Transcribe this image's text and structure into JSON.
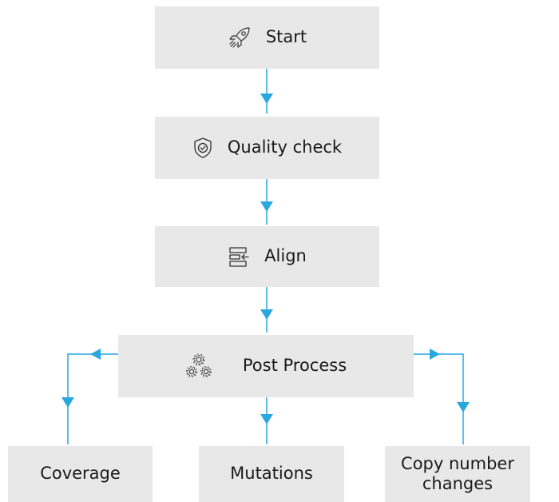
{
  "nodes": {
    "start": {
      "label": "Start",
      "icon": "rocket-icon"
    },
    "quality_check": {
      "label": "Quality check",
      "icon": "shield-check-icon"
    },
    "align": {
      "label": "Align",
      "icon": "align-icon"
    },
    "post_process": {
      "label": "Post Process",
      "icon": "gears-icon"
    },
    "coverage": {
      "label": "Coverage"
    },
    "mutations": {
      "label": "Mutations"
    },
    "copy_number": {
      "label": "Copy number\nchanges"
    }
  },
  "colors": {
    "box": "#e8e8e8",
    "connector": "#29a8e0",
    "icon": "#333333",
    "text": "#1a1a1a"
  }
}
